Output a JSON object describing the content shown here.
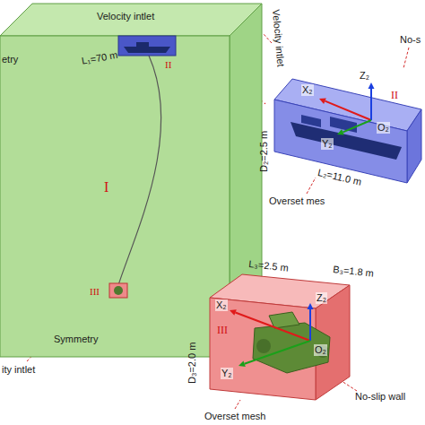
{
  "diagram": {
    "nodes": [
      {
        "text": [
          "I"
        ]
      },
      {
        "text": [
          "II"
        ],
        "in": 0
      },
      {
        "text": [
          "III"
        ],
        "in": 0
      },
      {
        "text": [
          "II"
        ]
      },
      {
        "text": [
          "III"
        ]
      }
    ],
    "edges": [
      {
        "from": 1,
        "to": 3,
        "arrow": "none"
      },
      {
        "from": 2,
        "to": 4,
        "arrow": "none"
      }
    ],
    "labels": [
      "Velocity intlet",
      "Velocity intlet",
      "L₁=70 m",
      "etry",
      "Symmetry",
      "ity intlet",
      "No-s",
      "D₂=2.5 m",
      "L₂=11.0 m",
      "Overset mes",
      "X₂",
      "Z₂",
      "O₂",
      "Y₂",
      "L₃=2.5 m",
      "B₃=1.8 m",
      "D₃=2.0 m",
      "X₂",
      "Z₂",
      "O₂",
      "Y₂",
      "No-slip wall",
      "Overset mesh"
    ]
  }
}
